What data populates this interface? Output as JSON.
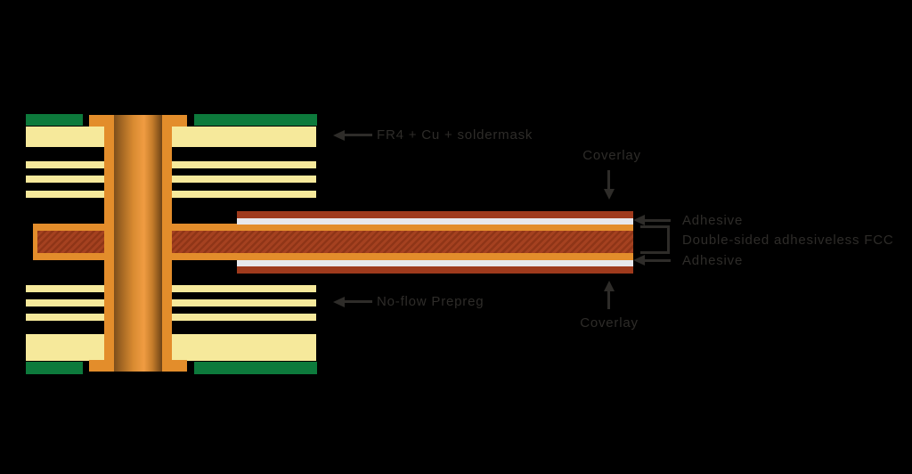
{
  "diagram": {
    "labels": {
      "fr4_cu_soldermask": "FR4 + Cu + soldermask",
      "coverlay_top": "Coverlay",
      "adhesive_top": "Adhesive",
      "double_sided_fcc": "Double-sided adhesiveless FCC",
      "adhesive_bottom": "Adhesive",
      "coverlay_bottom": "Coverlay",
      "no_flow_prepreg": "No-flow Prepreg"
    },
    "colors": {
      "background": "#000000",
      "soldermask_green": "#0d7a3c",
      "fr4_cream": "#f6e99b",
      "copper_orange": "#e38d2b",
      "fcc_core_brown": "#a54120",
      "fcc_core_hatch": "#8f3517",
      "coverlay_brown": "#9f3a1c",
      "adhesive_white": "#e8e8ec",
      "label_text": "#2e2c29"
    }
  }
}
